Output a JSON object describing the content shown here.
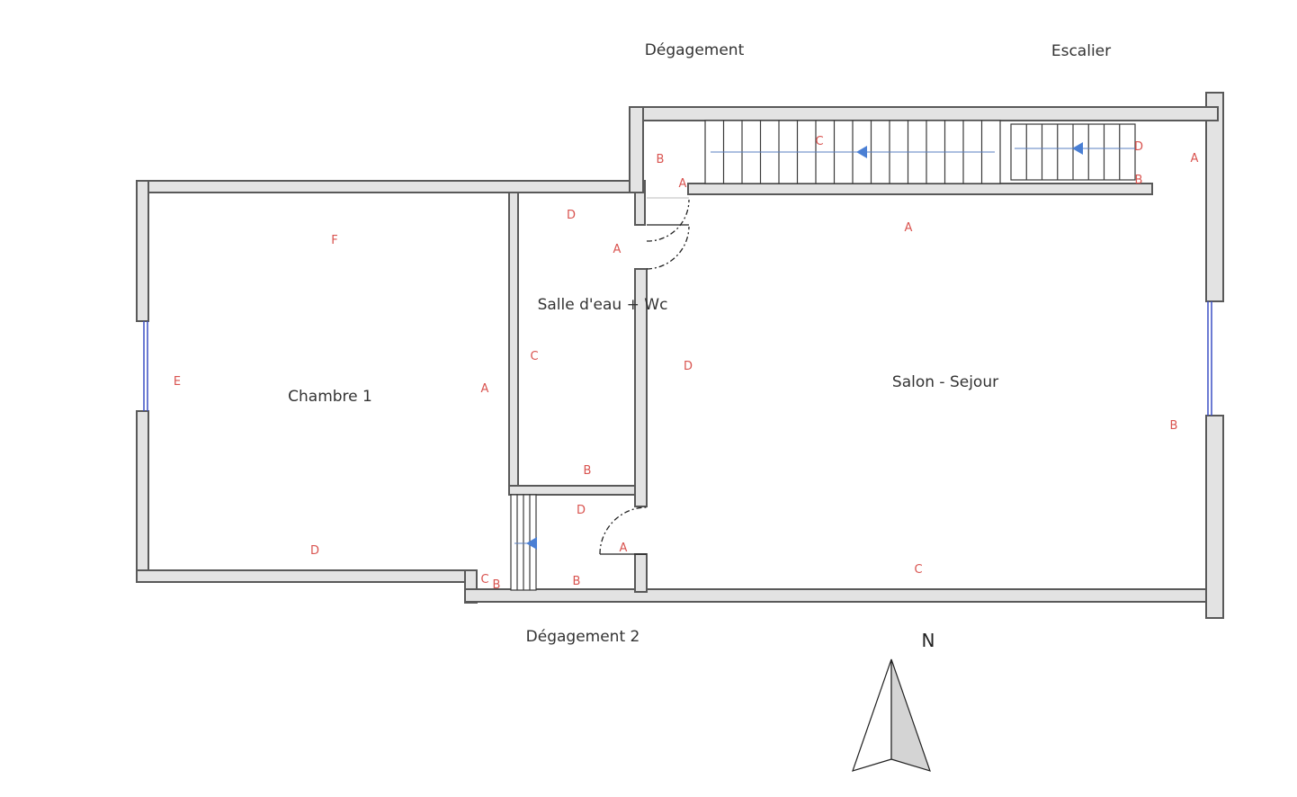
{
  "rooms": {
    "degagement": "Dégagement",
    "escalier": "Escalier",
    "salle_eau": "Salle d'eau + Wc",
    "chambre1": "Chambre 1",
    "salon": "Salon - Sejour",
    "degagement2": "Dégagement 2"
  },
  "compass": {
    "north": "N"
  },
  "wall_letters": {
    "degagement_b": "B",
    "degagement_a": "A",
    "stair_c": "C",
    "escalier_d": "D",
    "escalier_b": "B",
    "escalier_a": "A",
    "salle_d": "D",
    "salle_a": "A",
    "salle_c": "C",
    "salle_b": "B",
    "chambre_f": "F",
    "chambre_e": "E",
    "chambre_a": "A",
    "chambre_d": "D",
    "salon_a": "A",
    "salon_d": "D",
    "salon_b": "B",
    "salon_c": "C",
    "deg2_d": "D",
    "deg2_a": "A",
    "deg2_c": "C",
    "deg2_b1": "B",
    "deg2_b2": "B"
  },
  "colors": {
    "wall_fill": "#e3e3e3",
    "wall_stroke": "#595959",
    "letter_red": "#d9534f",
    "stair_arrow": "#4a7fd4",
    "window_blue": "#3b4fc4"
  }
}
